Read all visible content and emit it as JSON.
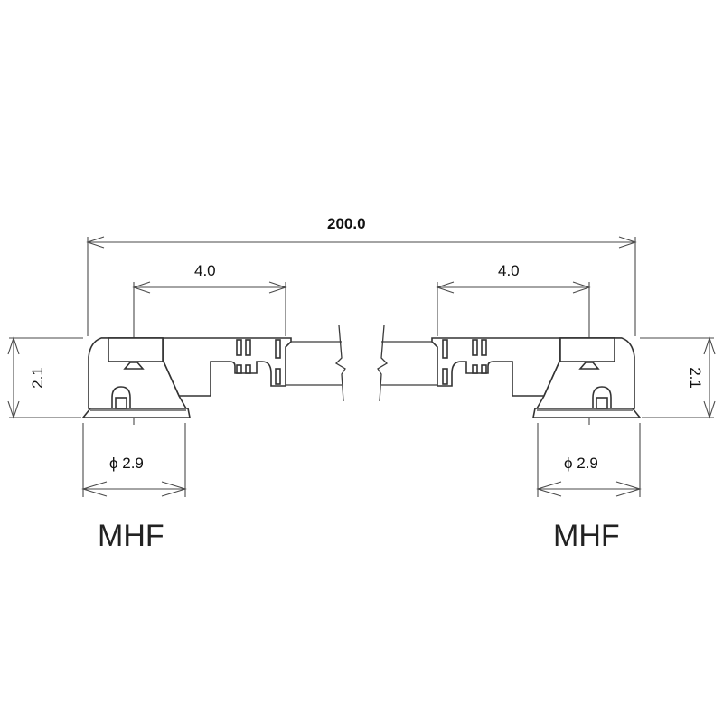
{
  "drawing": {
    "overall_length": "200.0",
    "left": {
      "offset_dim": "4.0",
      "height_dim": "2.1",
      "diameter_dim": "ϕ 2.9",
      "connector_label": "MHF"
    },
    "right": {
      "offset_dim": "4.0",
      "height_dim": "2.1",
      "diameter_dim": "ϕ 2.9",
      "connector_label": "MHF"
    }
  }
}
